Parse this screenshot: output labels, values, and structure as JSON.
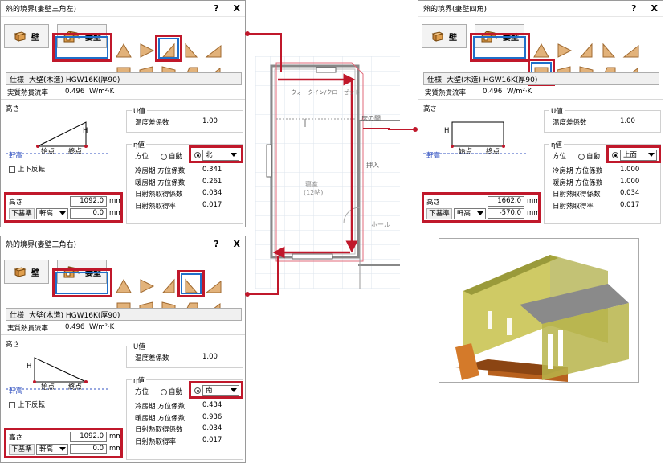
{
  "dlg_left_top": {
    "title": "熱的境界(妻壁三角左)",
    "help": "?",
    "close": "X",
    "btn_wall": "壁",
    "btn_gable": "妻壁",
    "spec_label": "仕様",
    "spec_value": "大壁(木造) HGW16K(厚90)",
    "rate_label": "実質熱貫流率",
    "rate_value": "0.496",
    "rate_unit": "W/m²·K",
    "height_group": "高さ",
    "u_group": "U値",
    "temp_label": "温度差係数",
    "temp_value": "1.00",
    "eta_group": "η値",
    "dir_label": "方位",
    "auto_label": "自動",
    "dir_value": "北",
    "cool_label": "冷房期 方位係数",
    "cool_value": "0.341",
    "heat_label": "暖房期 方位係数",
    "heat_value": "0.261",
    "solar_label": "日射熱取得係数",
    "solar_value": "0.034",
    "solar_rate_label": "日射熱取得率",
    "solar_rate_value": "0.017",
    "h_mark": "H",
    "eave": "軒高",
    "start": "始点",
    "end": "終点",
    "flip": "上下反転",
    "height_label": "高さ",
    "height_value": "1092.0",
    "unit": "mm",
    "base_btn": "下基準",
    "base_select": "軒高",
    "offset_value": "0.0"
  },
  "dlg_left_bottom": {
    "title": "熱的境界(妻壁三角右)",
    "help": "?",
    "close": "X",
    "btn_wall": "壁",
    "btn_gable": "妻壁",
    "spec_label": "仕様",
    "spec_value": "大壁(木造) HGW16K(厚90)",
    "rate_label": "実質熱貫流率",
    "rate_value": "0.496",
    "rate_unit": "W/m²·K",
    "height_group": "高さ",
    "u_group": "U値",
    "temp_label": "温度差係数",
    "temp_value": "1.00",
    "eta_group": "η値",
    "dir_label": "方位",
    "auto_label": "自動",
    "dir_value": "南",
    "cool_label": "冷房期 方位係数",
    "cool_value": "0.434",
    "heat_label": "暖房期 方位係数",
    "heat_value": "0.936",
    "solar_label": "日射熱取得係数",
    "solar_value": "0.034",
    "solar_rate_label": "日射熱取得率",
    "solar_rate_value": "0.017",
    "h_mark": "H",
    "eave": "軒高",
    "start": "始点",
    "end": "終点",
    "flip": "上下反転",
    "height_label": "高さ",
    "height_value": "1092.0",
    "unit": "mm",
    "base_btn": "下基準",
    "base_select": "軒高",
    "offset_value": "0.0"
  },
  "dlg_right": {
    "title": "熱的境界(妻壁四角)",
    "help": "?",
    "close": "X",
    "btn_wall": "壁",
    "btn_gable": "妻壁",
    "spec_label": "仕様",
    "spec_value": "大壁(木造) HGW16K(厚90)",
    "rate_label": "実質熱貫流率",
    "rate_value": "0.496",
    "rate_unit": "W/m²·K",
    "height_group": "高さ",
    "u_group": "U値",
    "temp_label": "温度差係数",
    "temp_value": "1.00",
    "eta_group": "η値",
    "dir_label": "方位",
    "auto_label": "自動",
    "dir_value": "上面",
    "cool_label": "冷房期 方位係数",
    "cool_value": "1.000",
    "heat_label": "暖房期 方位係数",
    "heat_value": "1.000",
    "solar_label": "日射熱取得係数",
    "solar_value": "0.034",
    "solar_rate_label": "日射熱取得率",
    "solar_rate_value": "0.017",
    "h_mark": "H",
    "eave": "軒高",
    "start": "始点",
    "end": "終点",
    "height_label": "高さ",
    "height_value": "1662.0",
    "unit": "mm",
    "base_btn": "下基準",
    "base_select": "軒高",
    "offset_value": "-570.0"
  },
  "plan": {
    "walkin": "ウォークイン/クローゼット",
    "toko": "床の間",
    "oshiire": "押入",
    "bedroom": "寝室",
    "bedroom_size": "(12帖)",
    "hall": "ホール"
  },
  "colors": {
    "accent_red": "#c0182b",
    "select_blue": "#1f6fc9",
    "shape_tan": "#e2b27a"
  },
  "icons": {
    "wall": "wall-block-icon",
    "gable": "gable-house-icon",
    "shapes": "gable-shape-icon"
  }
}
